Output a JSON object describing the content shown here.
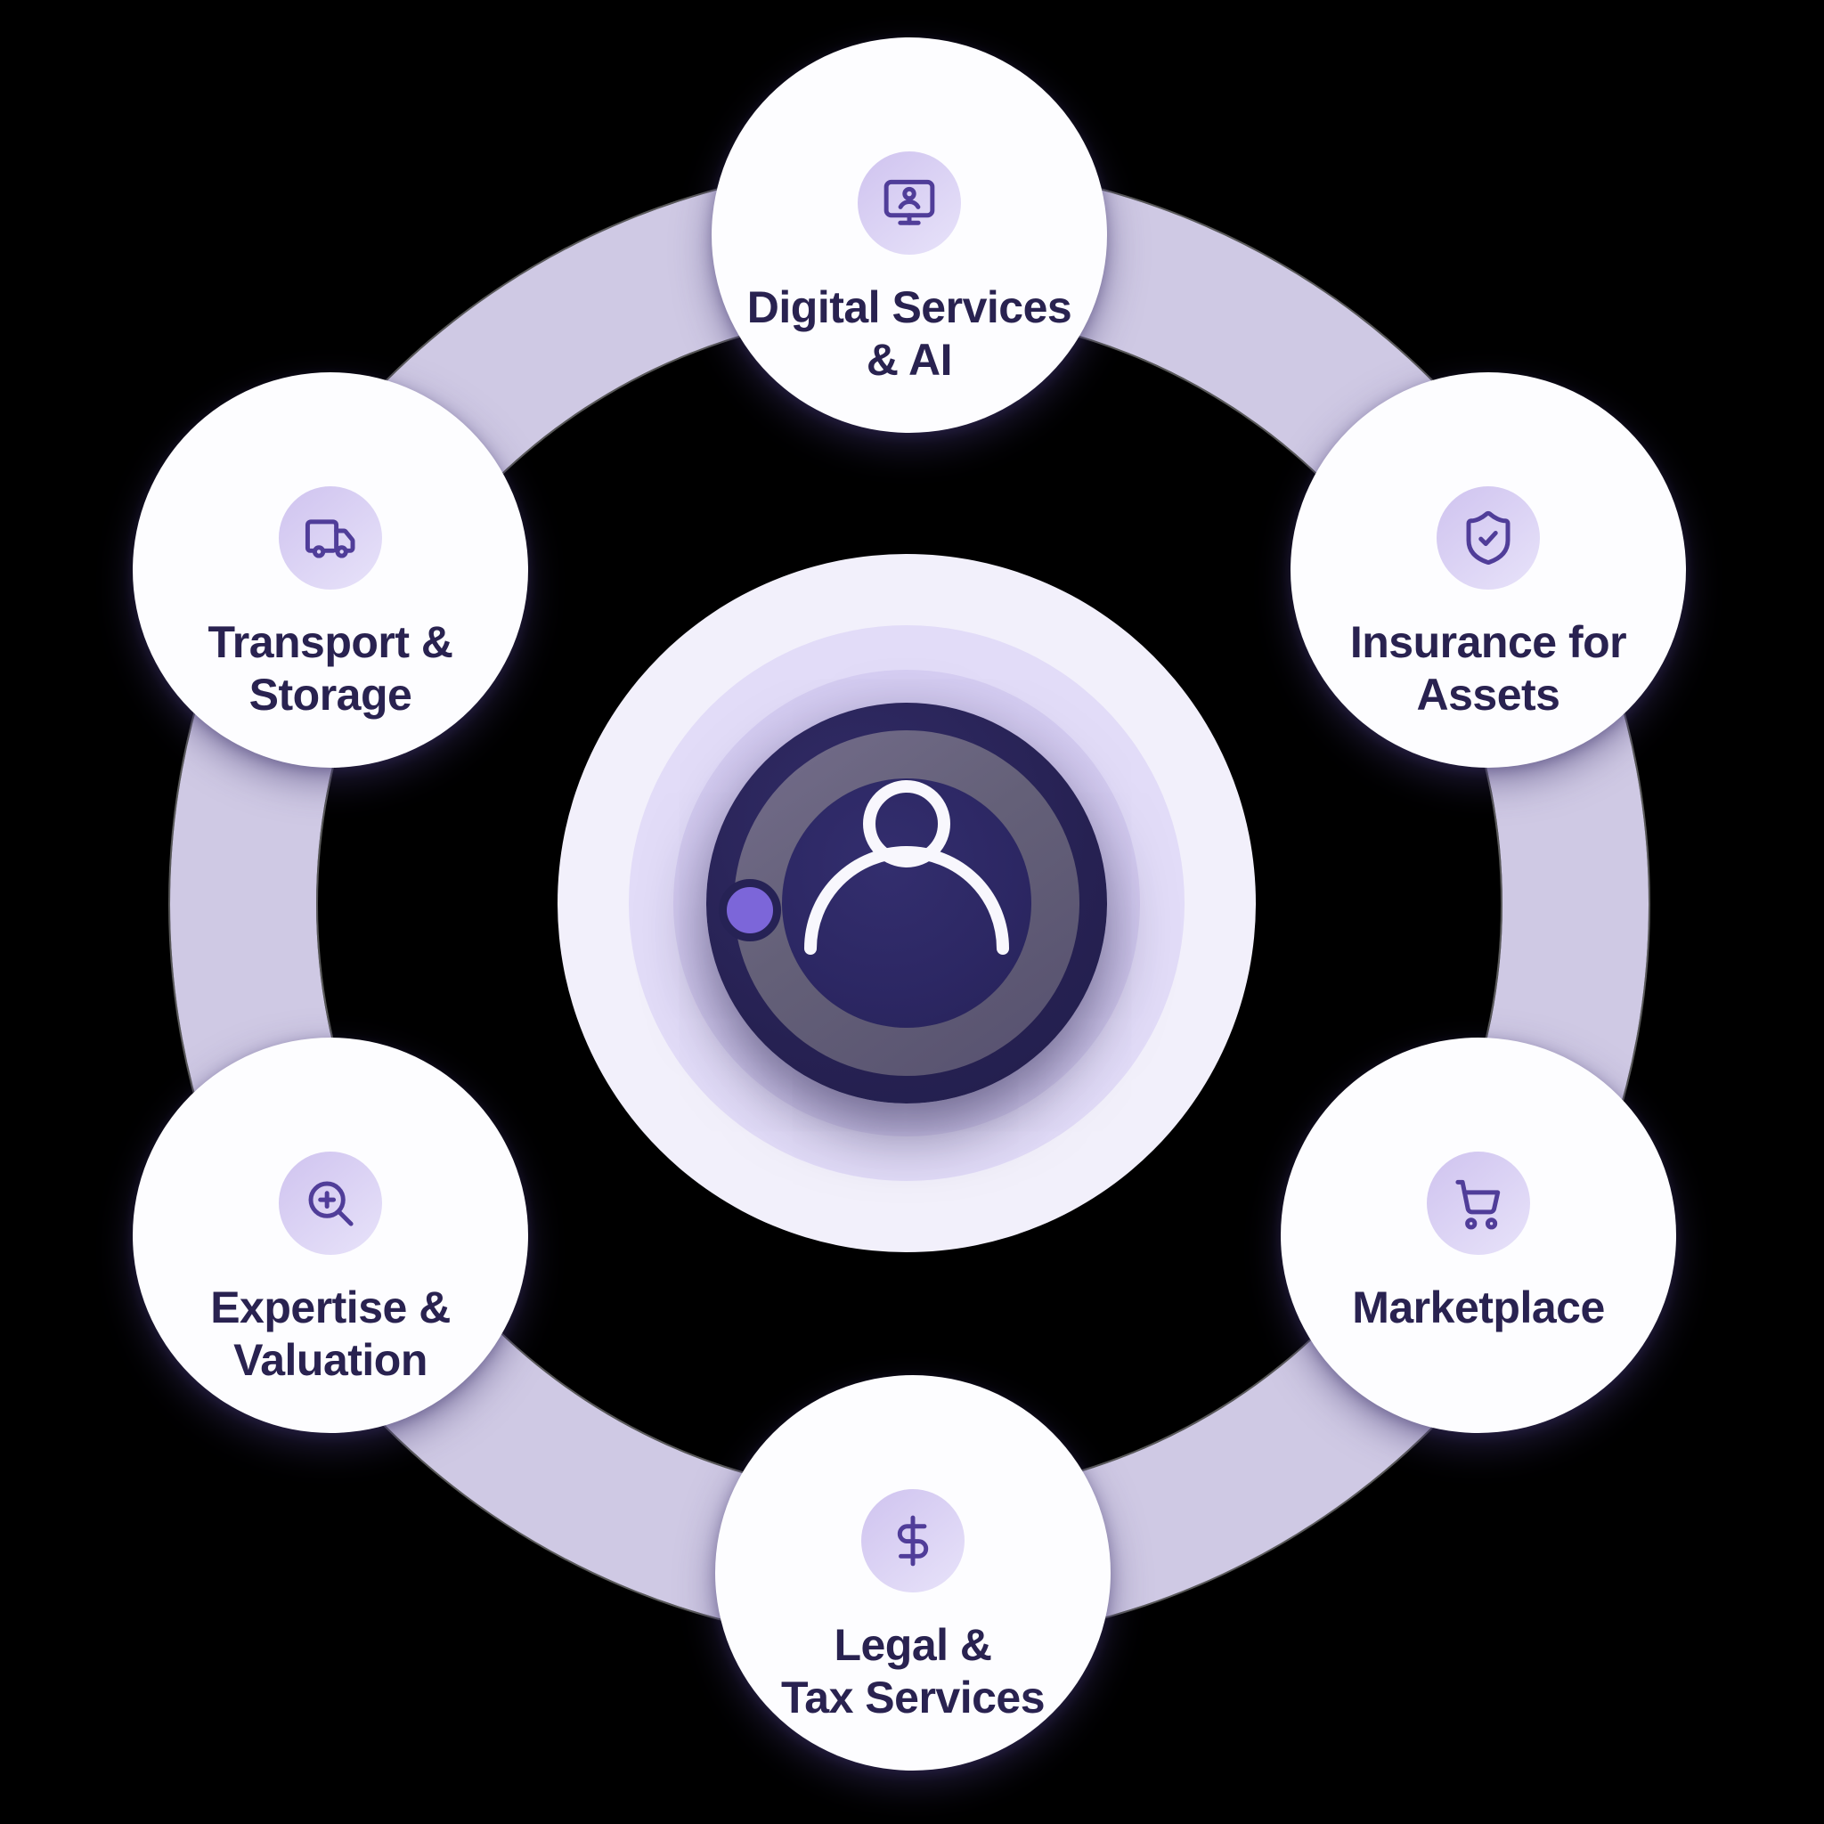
{
  "colors": {
    "background": "#000000",
    "ring": "#cfc9e4",
    "node-bg": "#fdfdff",
    "chip-grad-a": "#cfc3ef",
    "chip-grad-b": "#e4def8",
    "icon-stroke": "#503d99",
    "label": "#292250",
    "glow-1": "#f2f0fb",
    "glow-2": "#e2dcf8",
    "glow-3": "#d5cdf2",
    "disc-outer": "#262152",
    "disc-mid": "#646078",
    "disc-inner": "#2c2763",
    "dot": "#7c66d9",
    "dot-outline": "#262255",
    "person-stroke": "#f8f7fd"
  },
  "center": {
    "icon": "user-icon"
  },
  "nodes": [
    {
      "id": "digital-services-ai",
      "icon": "monitor-user-icon",
      "lines": [
        "Digital Services",
        "& AI"
      ]
    },
    {
      "id": "insurance-assets",
      "icon": "shield-check-icon",
      "lines": [
        "Insurance for",
        "Assets"
      ]
    },
    {
      "id": "marketplace",
      "icon": "shopping-cart-icon",
      "lines": [
        "Marketplace",
        ""
      ]
    },
    {
      "id": "legal-tax-services",
      "icon": "dollar-icon",
      "lines": [
        "Legal &",
        "Tax Services"
      ]
    },
    {
      "id": "expertise-valuation",
      "icon": "zoom-in-icon",
      "lines": [
        "Expertise &",
        "Valuation"
      ]
    },
    {
      "id": "transport-storage",
      "icon": "truck-icon",
      "lines": [
        "Transport &",
        "Storage"
      ]
    }
  ]
}
